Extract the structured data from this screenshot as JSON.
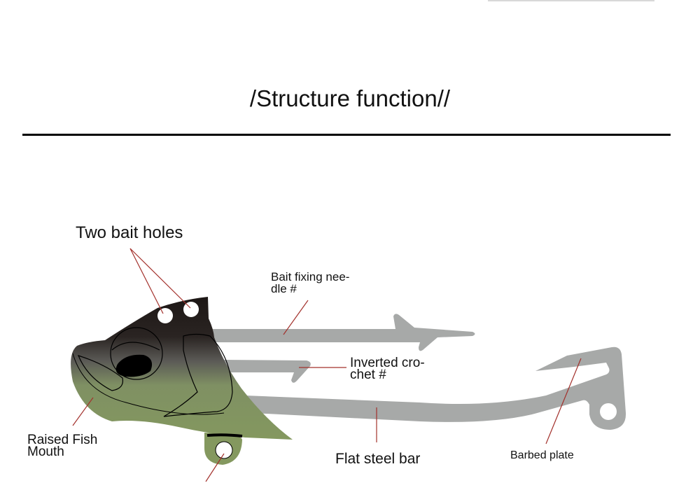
{
  "title": "/Structure function//",
  "diagram": {
    "subject": "fishing lure (VIB metal blade bait) structure",
    "colors": {
      "head_dark": "#1d1715",
      "head_light": "#84985f",
      "steel": "#a7a9a8",
      "leader_line": "#a3312c",
      "outline": "#000000"
    },
    "labels": {
      "two_bait_holes": "Two bait holes",
      "bait_fixing_needle_line1": "Bait fixing nee-",
      "bait_fixing_needle_line2": "dle #",
      "inverted_crochet_line1": "Inverted cro-",
      "inverted_crochet_line2": "chet #",
      "raised_fish_mouth_line1": "Raised Fish",
      "raised_fish_mouth_line2": "Mouth",
      "flat_steel_bar": "Flat steel bar",
      "barbed_plate": "Barbed plate"
    }
  }
}
